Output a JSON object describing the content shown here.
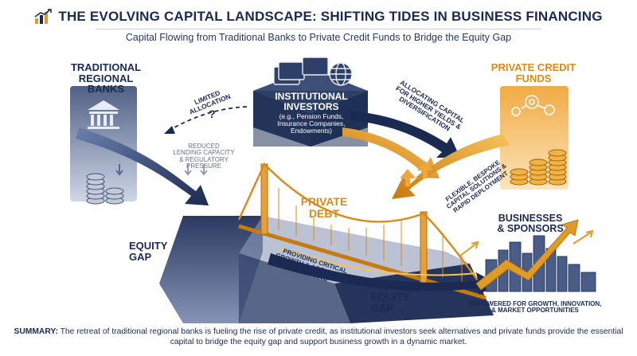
{
  "header": {
    "title": "THE EVOLVING CAPITAL LANDSCAPE: SHIFTING TIDES IN BUSINESS FINANCING",
    "subtitle": "Capital Flowing from Traditional Banks to Private Credit Funds to Bridge the Equity Gap"
  },
  "nodes": {
    "banks": {
      "line1": "TRADITIONAL",
      "line2": "REGIONAL BANKS"
    },
    "investors": {
      "line1": "INSTITUTIONAL",
      "line2": "INVESTORS",
      "detail1": "(e.g., Pension Funds,",
      "detail2": "Insurance Companies,",
      "detail3": "Endowments)"
    },
    "funds": {
      "line1": "PRIVATE CREDIT",
      "line2": "FUNDS"
    },
    "private_debt": {
      "line1": "PRIVATE",
      "line2": "DEBT"
    },
    "equity_gap_left": {
      "line1": "EQUITY",
      "line2": "GAP"
    },
    "equity_gap_bottom": {
      "line1": "EQUITY",
      "line2": "GAP"
    },
    "businesses": {
      "line1": "BUSINESSES",
      "line2": "& SPONSORS",
      "caption1": "EMPOWERED FOR GROWTH, INNOVATION,",
      "caption2": "& MARKET OPPORTUNITIES"
    }
  },
  "flows": {
    "limited_allocation": {
      "line1": "LIMITED",
      "line2": "ALLOCATION",
      "mark": "?"
    },
    "reduced_lending": {
      "line1": "REDUCED",
      "line2": "LENDING CAPACITY",
      "line3": "& REGULATORY",
      "line4": "PRESSURE"
    },
    "allocating_capital": {
      "line1": "ALLOCATING CAPITAL",
      "line2": "FOR HIGHER YIELDS &",
      "line3": "DIVERSIFICATION"
    },
    "flexible_capital": {
      "line1": "FLEXIBLE, BESPOKE",
      "line2": "CAPITAL SOLUTIONS &",
      "line3": "RAPID DEPLOYMENT"
    },
    "providing_critical": {
      "line1": "PROVIDING CRITICAL",
      "line2": "GROWTH & ACQUISITION",
      "line3": "FINANCING"
    }
  },
  "summary": {
    "label": "SUMMARY:",
    "text": "The retreat of traditional regional banks is fueling the rise of private credit, as institutional investors seek alternatives and private funds provide the essential capital to bridge the equity gap and support business growth in a dynamic market."
  },
  "icons": [
    "bar-chart-icon",
    "bank-icon",
    "coin-stack-icon",
    "cash-stack-icon",
    "globe-icon",
    "gear-icon",
    "bridge-icon",
    "city-skyline-icon",
    "growth-arrow-icon"
  ],
  "colors": {
    "navy": "#1a2a52",
    "gold": "#e09a26",
    "grey": "#6a7186",
    "steel": "#4a5d86"
  }
}
